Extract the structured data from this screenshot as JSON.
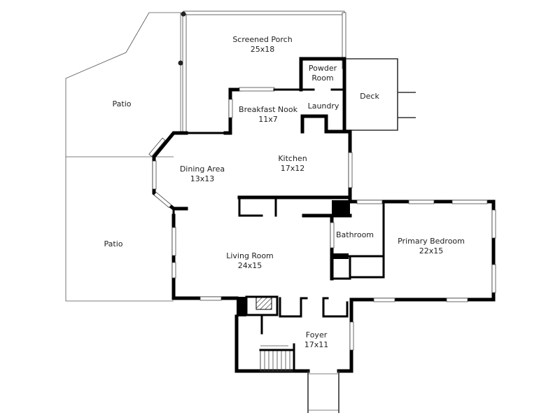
{
  "floor_plan": {
    "rooms": [
      {
        "id": "screened-porch",
        "name": "Screened Porch",
        "size": "25x18"
      },
      {
        "id": "powder-room",
        "name_line1": "Powder",
        "name_line2": "Room"
      },
      {
        "id": "deck",
        "name": "Deck"
      },
      {
        "id": "breakfast-nook",
        "name": "Breakfast Nook",
        "size": "11x7"
      },
      {
        "id": "laundry",
        "name": "Laundry"
      },
      {
        "id": "patio-upper",
        "name": "Patio"
      },
      {
        "id": "dining-area",
        "name": "Dining Area",
        "size": "13x13"
      },
      {
        "id": "kitchen",
        "name": "Kitchen",
        "size": "17x12"
      },
      {
        "id": "patio-lower",
        "name": "Patio"
      },
      {
        "id": "bathroom",
        "name": "Bathroom"
      },
      {
        "id": "primary-bedroom",
        "name": "Primary Bedroom",
        "size": "22x15"
      },
      {
        "id": "living-room",
        "name": "Living Room",
        "size": "24x15"
      },
      {
        "id": "foyer",
        "name": "Foyer",
        "size": "17x11"
      }
    ]
  }
}
